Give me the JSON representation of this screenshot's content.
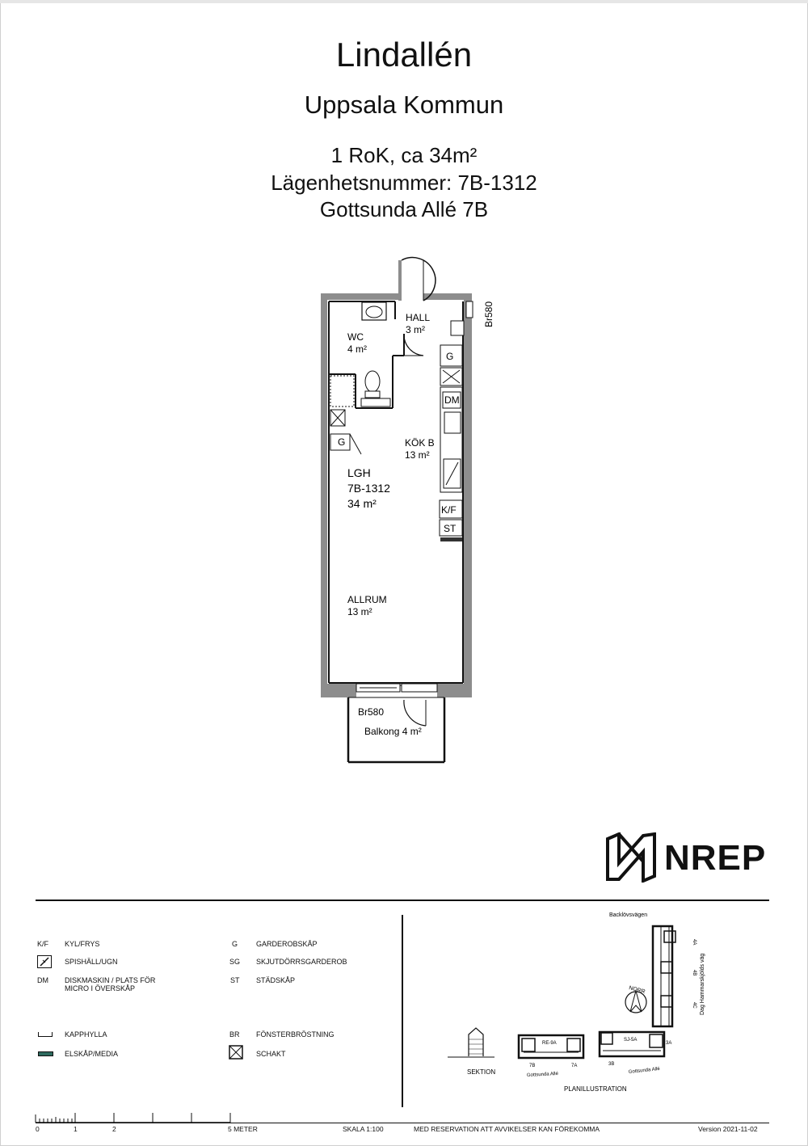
{
  "header": {
    "title": "Lindallén",
    "subtitle": "Uppsala Kommun",
    "rooms_area": "1 RoK, ca 34m²",
    "apartment_number": "Lägenhetsnummer: 7B-1312",
    "address": "Gottsunda Allé 7B"
  },
  "plan": {
    "hall": "HALL",
    "hall_area": "3 m²",
    "wc": "WC",
    "wc_area": "4 m²",
    "kok": "KÖK B",
    "kok_area": "13 m²",
    "lgh": "LGH",
    "lgh_number": "7B-1312",
    "lgh_area": "34 m²",
    "allrum": "ALLRUM",
    "allrum_area": "13 m²",
    "br_top": "Br580",
    "br_bottom": "Br580",
    "balkong": "Balkong 4 m²",
    "tag_g1": "G",
    "tag_g2": "G",
    "tag_dm": "DM",
    "tag_kf": "K/F",
    "tag_st": "ST"
  },
  "logo": {
    "text": "NREP"
  },
  "legend": {
    "left": [
      {
        "code": "K/F",
        "label": "KYL/FRYS"
      },
      {
        "code": "",
        "label": "SPISHÄLL/UGN"
      },
      {
        "code": "DM",
        "label": "DISKMASKIN / PLATS FÖR",
        "label2": "MICRO I ÖVERSKÅP"
      },
      {
        "code": "",
        "label": "KAPPHYLLA"
      },
      {
        "code": "",
        "label": "ELSKÅP/MEDIA"
      }
    ],
    "right": [
      {
        "code": "G",
        "label": "GARDEROBSKÅP"
      },
      {
        "code": "SG",
        "label": "SKJUTDÖRRSGARDEROB"
      },
      {
        "code": "ST",
        "label": "STÄDSKÅP"
      },
      {
        "code": "BR",
        "label": "FÖNSTERBRÖSTNING"
      },
      {
        "code": "",
        "label": "SCHAKT"
      }
    ]
  },
  "site": {
    "road_top": "Backlövsvägen",
    "road_right": "Dag Hammarskjölds väg",
    "north": "NORR",
    "sektion": "SEKTION",
    "planillustration": "PLANILLUSTRATION",
    "b1_label": "RE-9A",
    "b1_left": "7B",
    "b1_right": "7A",
    "b1_street": "Gottsunda Allé",
    "b2_label": "SJ-5A",
    "b2_left": "3B",
    "b2_right": "3A",
    "b2_street": "Gottsunda Allé",
    "v_4a": "4A",
    "v_4b": "4B",
    "v_4c": "4C"
  },
  "footer": {
    "scale_ticks": [
      "0",
      "1",
      "2",
      "5 METER"
    ],
    "skala": "SKALA 1:100",
    "reservation": "MED RESERVATION ATT AVVIKELSER KAN FÖREKOMMA",
    "version": "Version  2021-11-02"
  }
}
